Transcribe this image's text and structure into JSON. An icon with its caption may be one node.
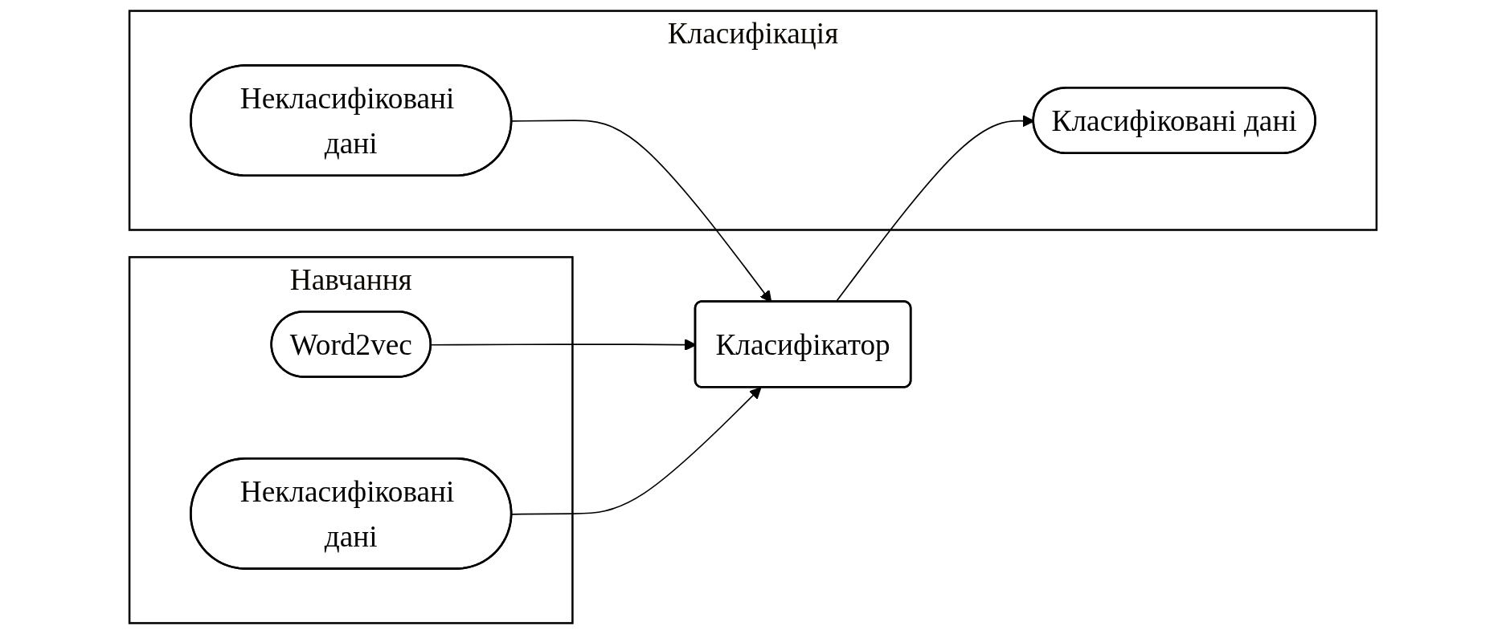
{
  "diagram": {
    "nodes": [
      {
        "text": [
          "Класифікація"
        ]
      },
      {
        "text": [
          "Некласифіковані дані"
        ],
        "in": 0
      },
      {
        "text": [
          "Класифіковані дані"
        ],
        "in": 0
      },
      {
        "text": [
          "Навчання"
        ]
      },
      {
        "text": [
          "Word2vec"
        ],
        "in": 3
      },
      {
        "text": [
          "Некласифіковані дані"
        ],
        "in": 3
      },
      {
        "text": [
          "Класифікатор"
        ]
      }
    ],
    "edges": [
      {
        "from": 1,
        "to": 6,
        "arrow": "to"
      },
      {
        "from": 6,
        "to": 2,
        "arrow": "to"
      },
      {
        "from": 4,
        "to": 6,
        "arrow": "to"
      },
      {
        "from": 5,
        "to": 6,
        "arrow": "to"
      }
    ]
  }
}
